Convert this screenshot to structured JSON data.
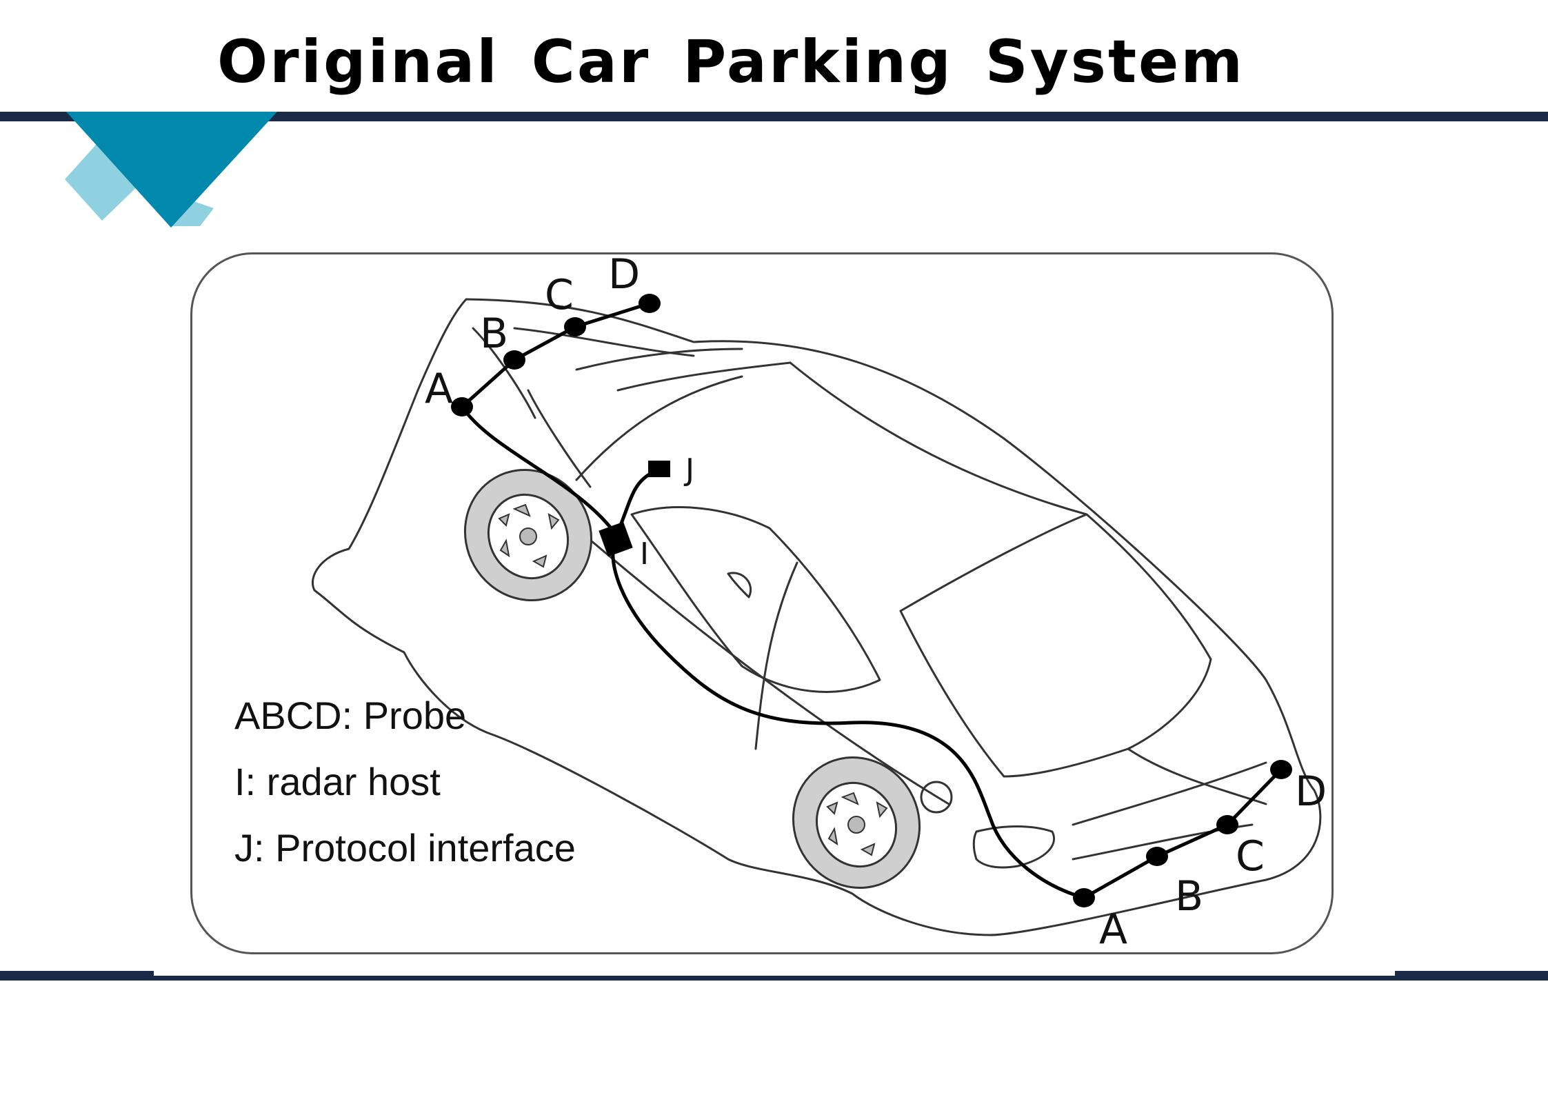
{
  "header": {
    "title": "Original Car Parking System"
  },
  "diagram": {
    "front_probe_labels": [
      "A",
      "B",
      "C",
      "D"
    ],
    "rear_probe_labels": [
      "A",
      "B",
      "C",
      "D"
    ],
    "host_label": "I",
    "interface_label": "J",
    "legend": [
      "ABCD: Probe",
      "I: radar host",
      "J: Protocol interface"
    ]
  },
  "colors": {
    "bar": "#1b2a47",
    "accent_dark": "#0088ad",
    "accent_light": "#8fd1e1"
  }
}
